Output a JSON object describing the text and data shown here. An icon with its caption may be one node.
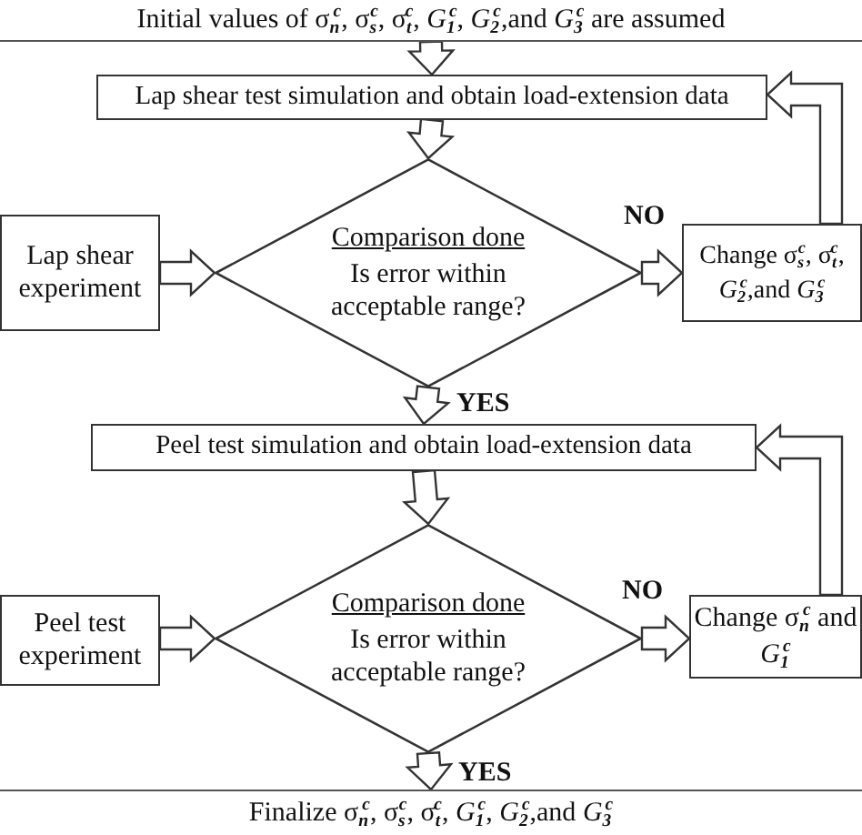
{
  "diagram": {
    "nodes": [
      {
        "text": [
          "Initial values of σ$_{n}$$^{c}$, σ$_{s}$$^{c}$, σ$_{t}$$^{c}$, *G*$_{1}$$^{c}$, *G*$_{2}$$^{c}$,and *G*$_{3}$$^{c}$ are assumed"
        ]
      },
      {
        "text": [
          "Lap shear test simulation and obtain load-extension data"
        ]
      },
      {
        "text": [
          "Lap shear experiment"
        ]
      },
      {
        "text": [
          "Comparison done",
          "Is error within acceptable range?"
        ]
      },
      {
        "text": [
          "Change σ$_{s}$$^{c}$, σ$_{t}$$^{c}$, *G*$_{2}$$^{c}$,and *G*$_{3}$$^{c}$"
        ]
      },
      {
        "text": [
          "Peel test simulation and obtain load-extension data"
        ]
      },
      {
        "text": [
          "Peel test experiment"
        ]
      },
      {
        "text": [
          "Comparison done",
          "Is error within acceptable range?"
        ]
      },
      {
        "text": [
          "Change σ$_{n}$$^{c}$ and *G*$_{1}$$^{c}$"
        ]
      },
      {
        "text": [
          "Finalize σ$_{n}$$^{c}$, σ$_{s}$$^{c}$, σ$_{t}$$^{c}$, *G*$_{1}$$^{c}$, *G*$_{2}$$^{c}$,and *G*$_{3}$$^{c}$"
        ]
      }
    ],
    "edges": [
      {
        "from": 0,
        "to": 1,
        "arrow": "to"
      },
      {
        "from": 1,
        "to": 3,
        "arrow": "to"
      },
      {
        "from": 2,
        "to": 3,
        "arrow": "to"
      },
      {
        "from": 3,
        "to": 4,
        "arrow": "to",
        "label": "NO"
      },
      {
        "from": 4,
        "to": 1,
        "arrow": "to"
      },
      {
        "from": 3,
        "to": 5,
        "arrow": "to",
        "label": "YES"
      },
      {
        "from": 5,
        "to": 7,
        "arrow": "to"
      },
      {
        "from": 6,
        "to": 7,
        "arrow": "to"
      },
      {
        "from": 7,
        "to": 8,
        "arrow": "to",
        "label": "NO"
      },
      {
        "from": 8,
        "to": 5,
        "arrow": "to"
      },
      {
        "from": 7,
        "to": 9,
        "arrow": "to",
        "label": "YES"
      }
    ]
  }
}
